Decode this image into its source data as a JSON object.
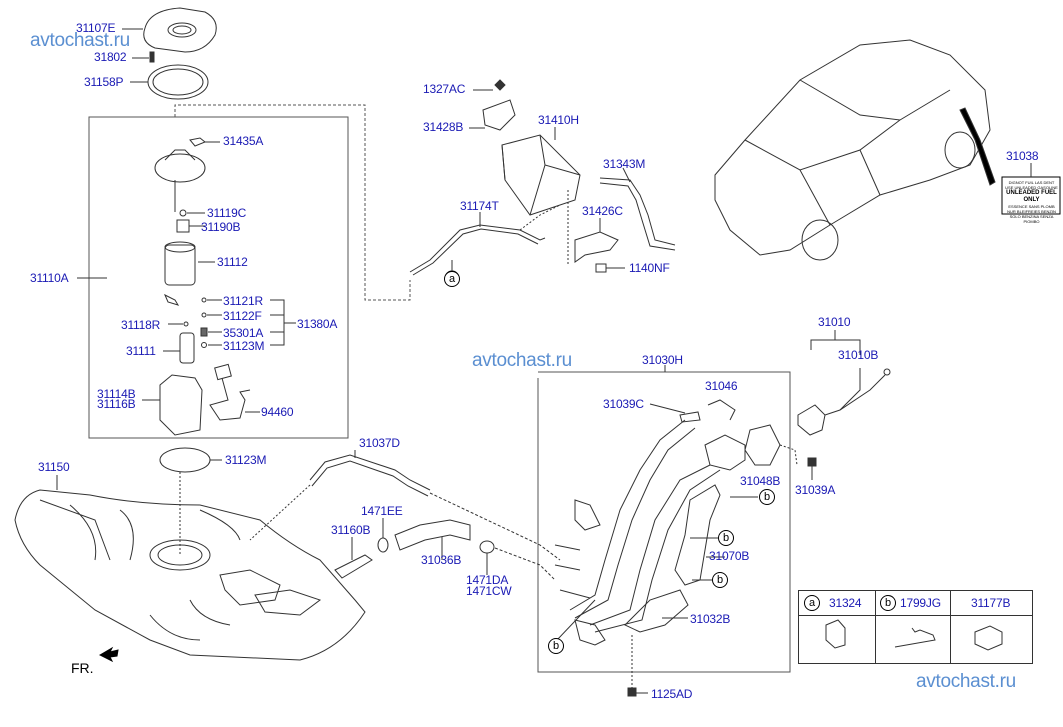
{
  "watermark": "avtochast.ru",
  "direction_label": "FR.",
  "parts": {
    "p31107E": "31107E",
    "p31802": "31802",
    "p31158P": "31158P",
    "p31435A": "31435A",
    "p31119C": "31119C",
    "p31190B": "31190B",
    "p31110A": "31110A",
    "p31112": "31112",
    "p31121R": "31121R",
    "p31122F": "31122F",
    "p31118R": "31118R",
    "p35301A": "35301A",
    "p31380A": "31380A",
    "p31111": "31111",
    "p31123M_a": "31123M",
    "p31114B": "31114B",
    "p31116B": "31116B",
    "p94460": "94460",
    "p31150": "31150",
    "p31123M_b": "31123M",
    "p1327AC": "1327AC",
    "p31428B": "31428B",
    "p31410H": "31410H",
    "p31343M": "31343M",
    "p31174T": "31174T",
    "p31426C": "31426C",
    "p1140NF": "1140NF",
    "p31038": "31038",
    "p31010": "31010",
    "p31010B": "31010B",
    "p31030H": "31030H",
    "p31046": "31046",
    "p31039C": "31039C",
    "p31048B": "31048B",
    "p31039A": "31039A",
    "p31037D": "31037D",
    "p1471EE": "1471EE",
    "p31160B": "31160B",
    "p31036B": "31036B",
    "p1471DA": "1471DA",
    "p1471CW": "1471CW",
    "p31070B": "31070B",
    "p31032B": "31032B",
    "p1125AD": "1125AD"
  },
  "refs": {
    "a": "a",
    "b": "b"
  },
  "fuel_label": {
    "lines": [
      "DIGNOT FUIL LAS DENT",
      "USE UNLEADED GASOLINE",
      "UNLEADED FUEL ONLY",
      "ESSENCE SANS PLOMB",
      "NUR BLEIFREIES BENZIN",
      "SOLO BENZINA SENZA PIOMBO"
    ]
  },
  "legend": {
    "columns": [
      {
        "ref": "a",
        "part": "31324"
      },
      {
        "ref": "b",
        "part": "1799JG"
      },
      {
        "ref": "",
        "part": "31177B"
      }
    ]
  }
}
